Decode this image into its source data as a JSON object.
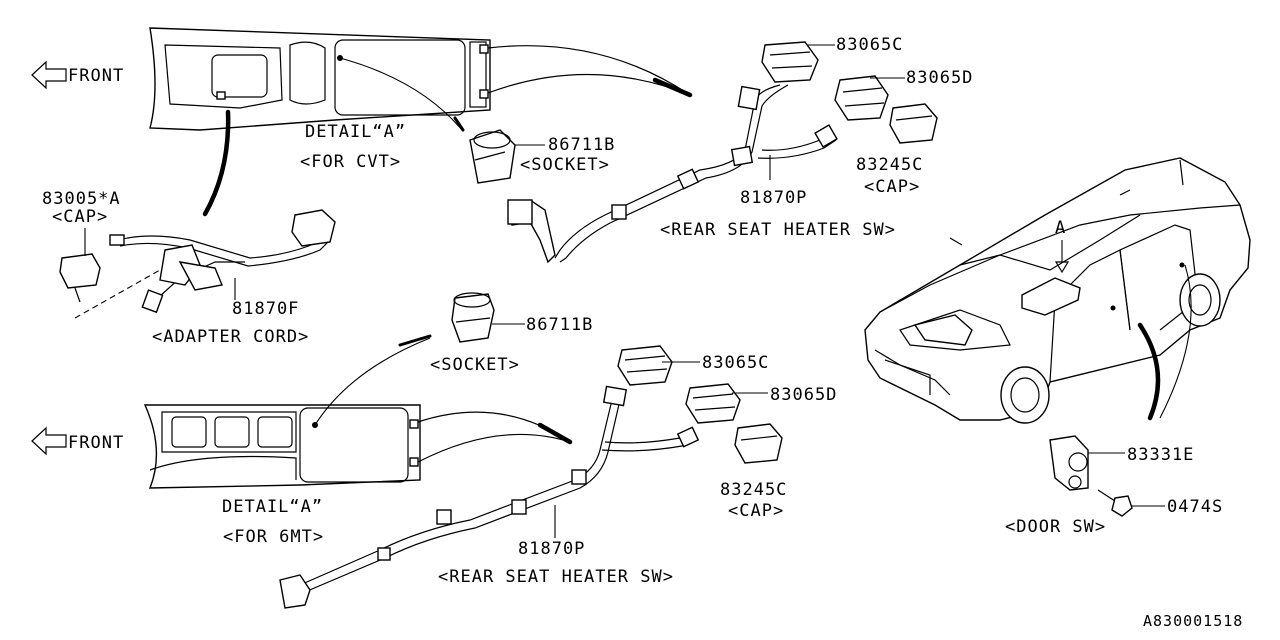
{
  "labels": {
    "front_top": "FRONT",
    "front_bottom": "FRONT",
    "detail_a_cvt": "DETAIL“A”",
    "for_cvt": "<FOR CVT>",
    "detail_a_6mt": "DETAIL“A”",
    "for_6mt": "<FOR 6MT>",
    "part_86711b_top": "86711B",
    "socket_top": "<SOCKET>",
    "part_83065c_top": "83065C",
    "part_83065d_top": "83065D",
    "part_83245c_top": "83245C",
    "cap_top": "<CAP>",
    "part_81870p_top": "81870P",
    "rear_seat_heater_top": "<REAR SEAT HEATER SW>",
    "part_83005a": "83005*A",
    "cap_left": "<CAP>",
    "part_81870f": "81870F",
    "adapter_cord": "<ADAPTER CORD>",
    "part_86711b_bottom": "86711B",
    "socket_bottom": "<SOCKET>",
    "part_83065c_bottom": "83065C",
    "part_83065d_bottom": "83065D",
    "part_83245c_bottom": "83245C",
    "cap_bottom": "<CAP>",
    "part_81870p_bottom": "81870P",
    "rear_seat_heater_bottom": "<REAR SEAT HEATER SW>",
    "view_a": "A",
    "part_83331e": "83331E",
    "part_0474s": "0474S",
    "door_sw": "<DOOR SW>",
    "diagram_id": "A830001518"
  }
}
